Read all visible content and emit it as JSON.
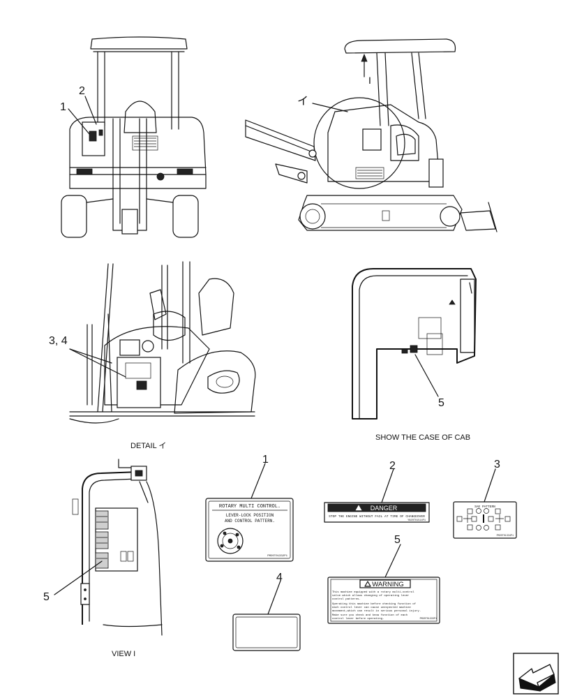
{
  "callouts": {
    "front_1": "1",
    "front_2": "2",
    "side_i": "イ",
    "side_view_mark": "I",
    "detail_34": "3, 4",
    "cab_5": "5",
    "view_5": "5",
    "decal_1": "1",
    "decal_2": "2",
    "decal_3": "3",
    "decal_4": "4",
    "decal_5": "5"
  },
  "captions": {
    "detail": "DETAIL イ",
    "cab": "SHOW THE CASE OF CAB",
    "view": "VIEW  I"
  },
  "decal_1": {
    "title": "ROTARY MULTI CONTROL.",
    "line1": "LEVER-LOCK POSITION",
    "line2": "AND CONTROL PATTERN.",
    "code": "PM20T01332P1"
  },
  "decal_2": {
    "header": "DANGER",
    "text": "STOP THE ENGINE WITHOUT FAIL AT TIME OF CHANGEOVER",
    "code": "YN20T01514P1"
  },
  "decal_3": {
    "title": "SAE  PATTERN",
    "code": "PM20T01334P1"
  },
  "decal_5": {
    "header": "WARNING",
    "lines": [
      "This machine equipped with a rotary multi-control",
      "valve which allows changing of operating lever",
      "control patterns.",
      "Operating this machine before checking function of",
      "each control lever can cause unexpected machine",
      "movement,which can result in serious personal injury.",
      "Make sure you check and know function of each",
      "control lever before operating."
    ],
    "code": "PM20T01333P1"
  },
  "nav_icon": "arrow-icon"
}
